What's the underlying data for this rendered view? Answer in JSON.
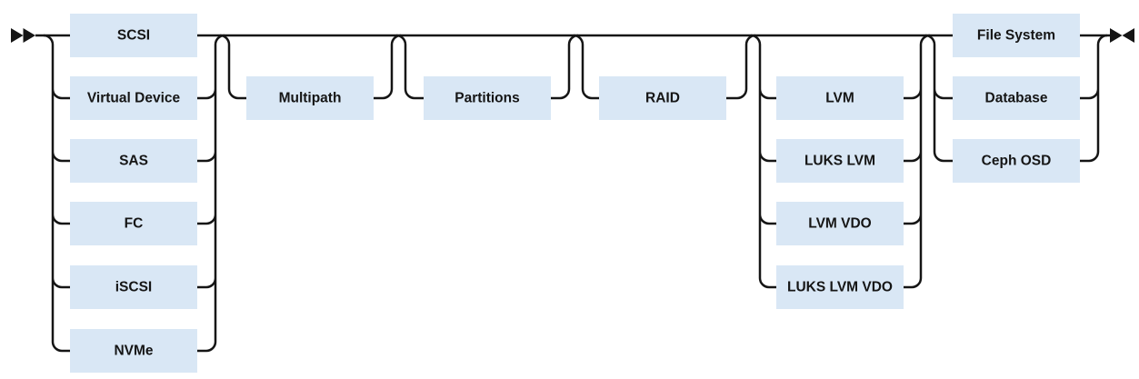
{
  "diagram": {
    "kind": "railroad-diagram",
    "start_marker_icon": "start-double-right-arrow-icon",
    "end_marker_icon": "end-opposing-arrows-icon",
    "groups": [
      {
        "name": "block-device",
        "kind": "choice",
        "options": [
          "SCSI",
          "Virtual Device",
          "SAS",
          "FC",
          "iSCSI",
          "NVMe"
        ]
      },
      {
        "name": "multipath",
        "kind": "optional",
        "options": [
          "Multipath"
        ]
      },
      {
        "name": "partitions",
        "kind": "optional",
        "options": [
          "Partitions"
        ]
      },
      {
        "name": "raid",
        "kind": "optional",
        "options": [
          "RAID"
        ]
      },
      {
        "name": "volume-management",
        "kind": "optional-choice",
        "options": [
          "LVM",
          "LUKS LVM",
          "LVM VDO",
          "LUKS LVM VDO"
        ]
      },
      {
        "name": "consumer",
        "kind": "choice",
        "options": [
          "File System",
          "Database",
          "Ceph OSD"
        ]
      }
    ]
  },
  "colors": {
    "background": "#ffffff",
    "node_fill": "#d9e7f5",
    "line": "#151515",
    "text": "#151515"
  }
}
